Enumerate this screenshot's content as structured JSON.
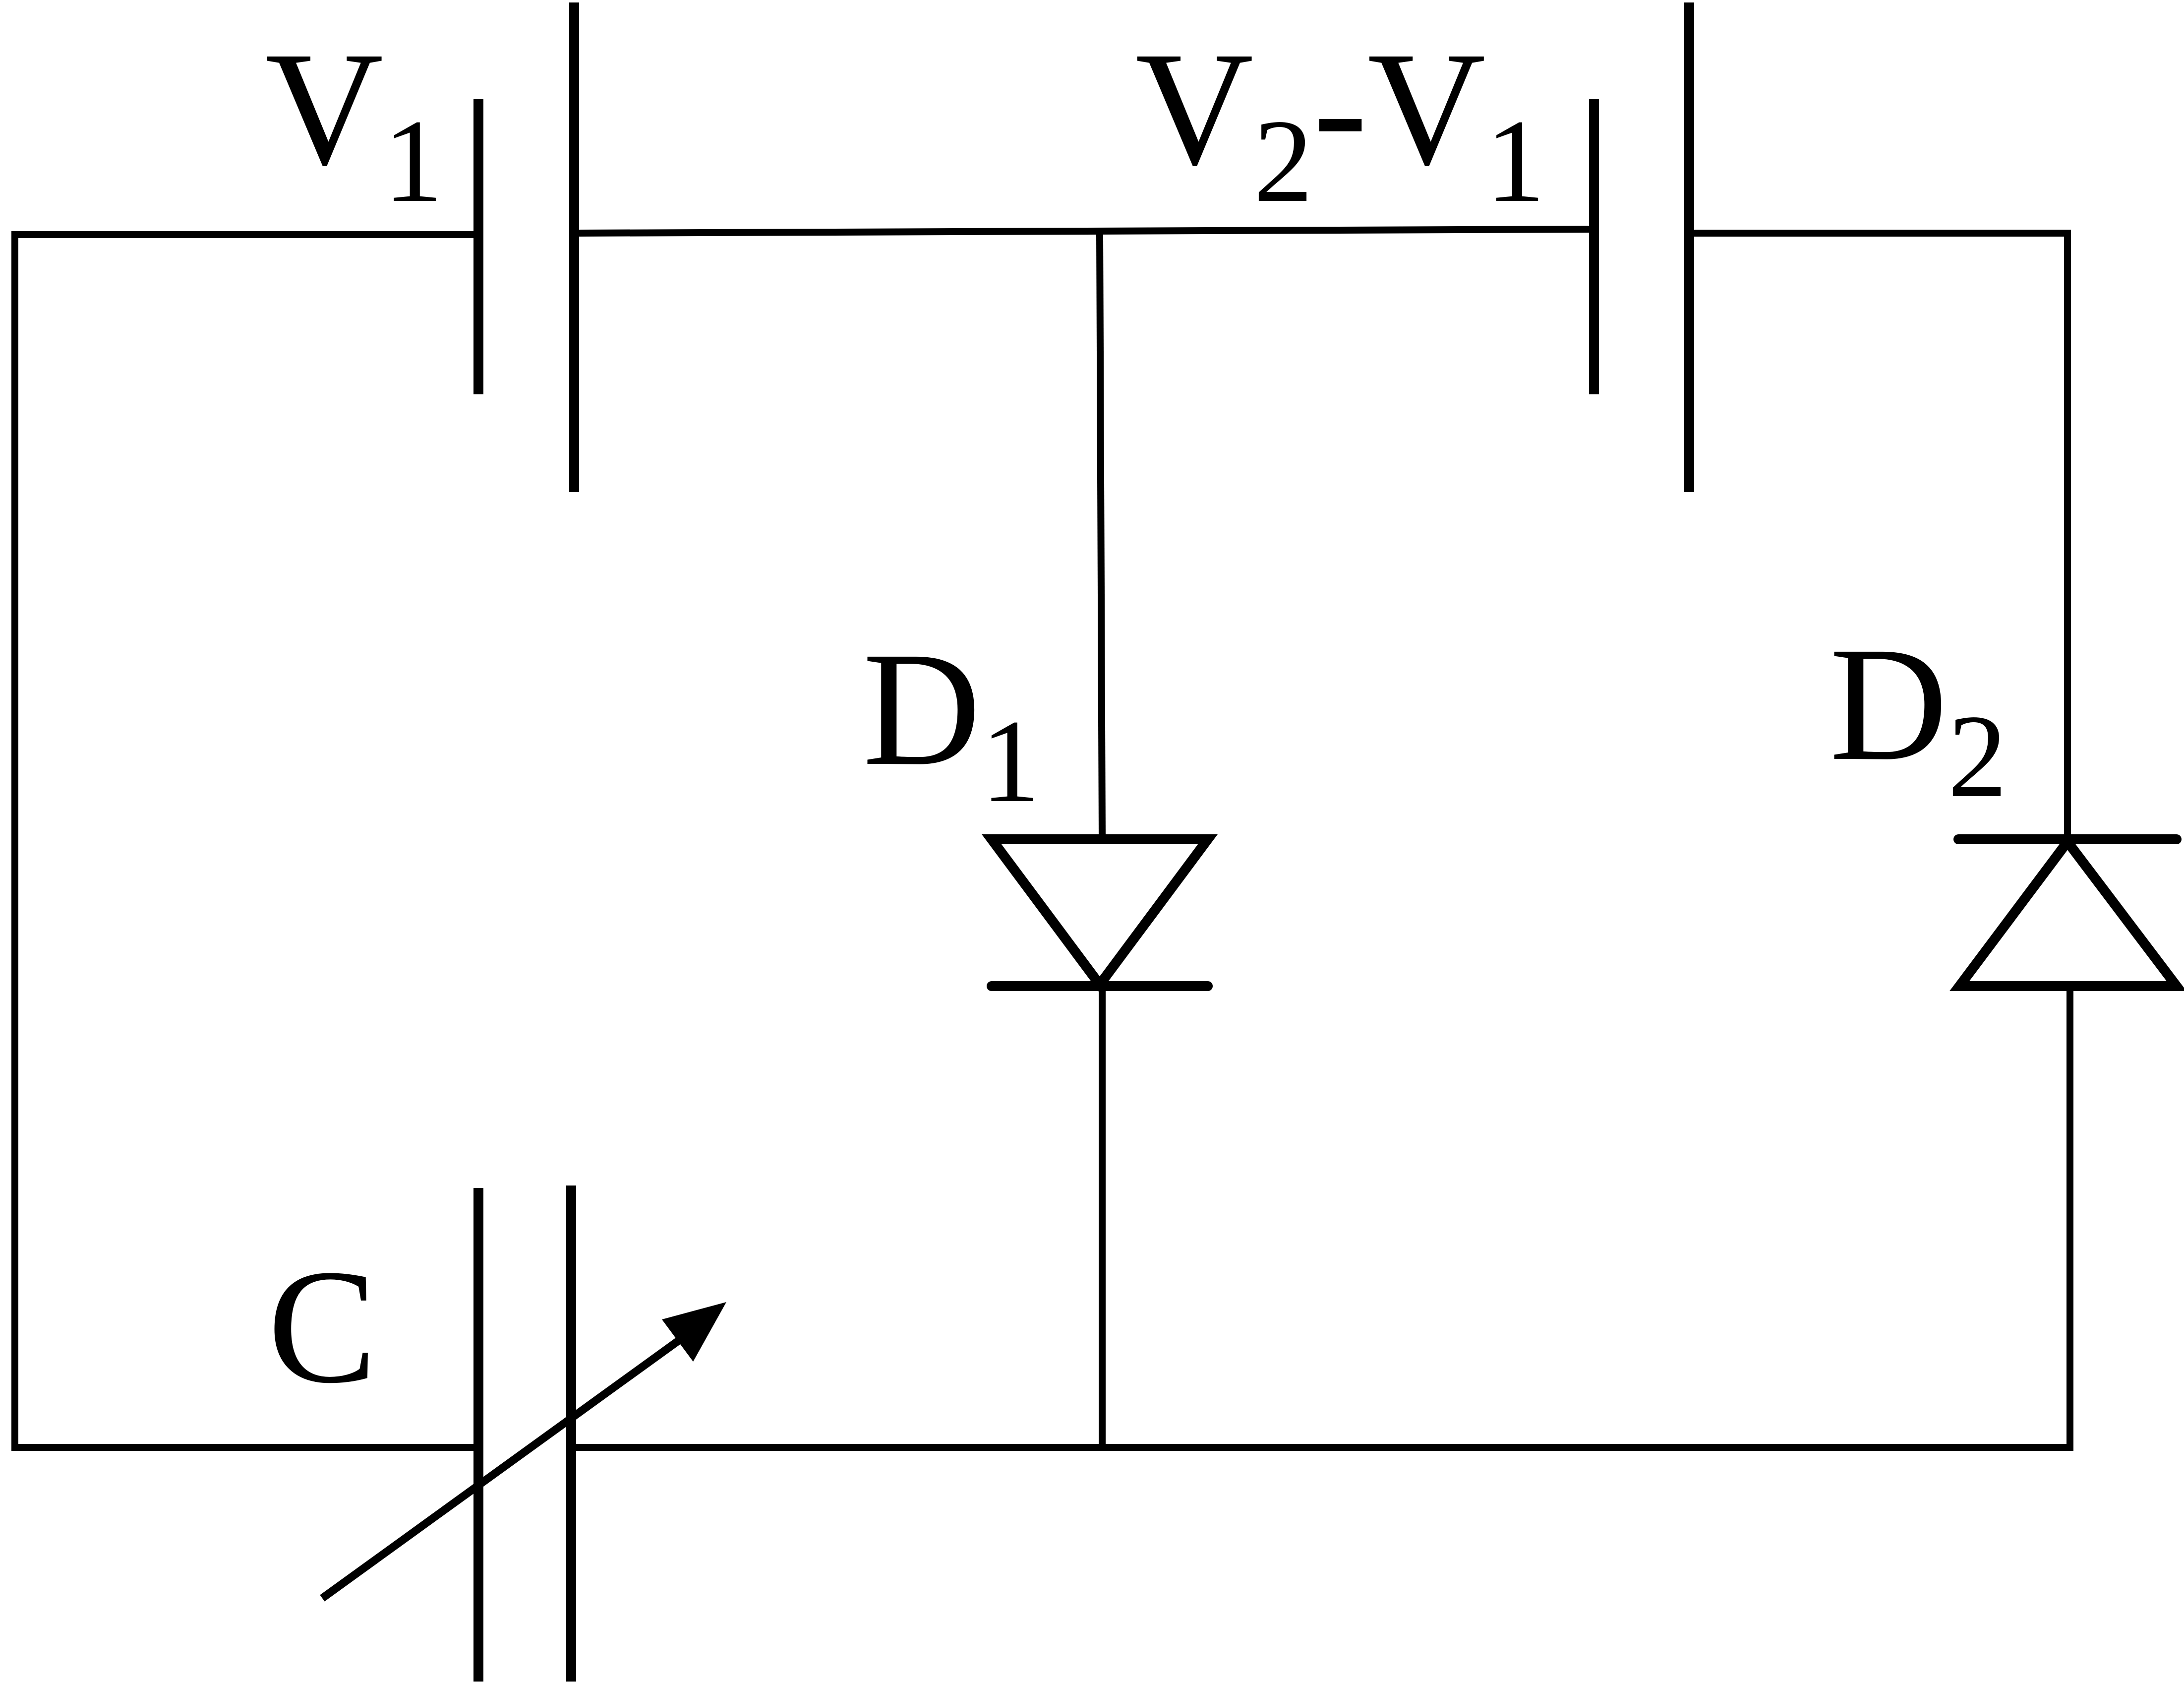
{
  "diagram": {
    "labels": {
      "v1": {
        "main": "V",
        "sub": "1"
      },
      "v2_minus_v1": {
        "main1": "V",
        "sub1": "2",
        "dash": "-",
        "main2": "V",
        "sub2": "1"
      },
      "d1": {
        "main": "D",
        "sub": "1"
      },
      "d2": {
        "main": "D",
        "sub": "2"
      },
      "c": {
        "main": "C"
      }
    },
    "colors": {
      "line": "#000000",
      "background": "#ffffff"
    }
  }
}
